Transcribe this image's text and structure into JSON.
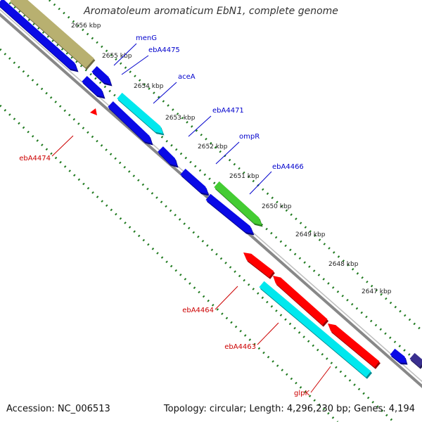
{
  "title": "Aromatoleum aromaticum EbN1, complete genome",
  "footer": {
    "accession": "Accession: NC_006513",
    "topology": "Topology: circular; Length: 4,296,230 bp; Genes: 4,194"
  },
  "colors": {
    "backbone": "#888888",
    "dots": "#1f7a1f",
    "blue_gene": "#0a0ae6",
    "red_gene": "#ff0000",
    "cyan_gene": "#00e8ee",
    "green_gene": "#44cc33",
    "olive_gene": "#b8b070",
    "label_blue": "#0000cc",
    "label_red": "#cc0000"
  },
  "scale_ticks": [
    {
      "label": "2656 kbp"
    },
    {
      "label": "2655 kbp"
    },
    {
      "label": "2654 kbp"
    },
    {
      "label": "2653 kbp"
    },
    {
      "label": "2652 kbp"
    },
    {
      "label": "2651 kbp"
    },
    {
      "label": "2650 kbp"
    },
    {
      "label": "2649 kbp"
    },
    {
      "label": "2648 kbp"
    },
    {
      "label": "2647 kbp"
    }
  ],
  "gene_labels": [
    {
      "text": "menG",
      "color": "label_blue"
    },
    {
      "text": "ebA4475",
      "color": "label_blue"
    },
    {
      "text": "aceA",
      "color": "label_blue"
    },
    {
      "text": "ebA4471",
      "color": "label_blue"
    },
    {
      "text": "ompR",
      "color": "label_blue"
    },
    {
      "text": "ebA4466",
      "color": "label_blue"
    },
    {
      "text": "ebA4474",
      "color": "label_red"
    },
    {
      "text": "ebA4464",
      "color": "label_red"
    },
    {
      "text": "ebA4463",
      "color": "label_red"
    },
    {
      "text": "glpK",
      "color": "label_red"
    }
  ]
}
